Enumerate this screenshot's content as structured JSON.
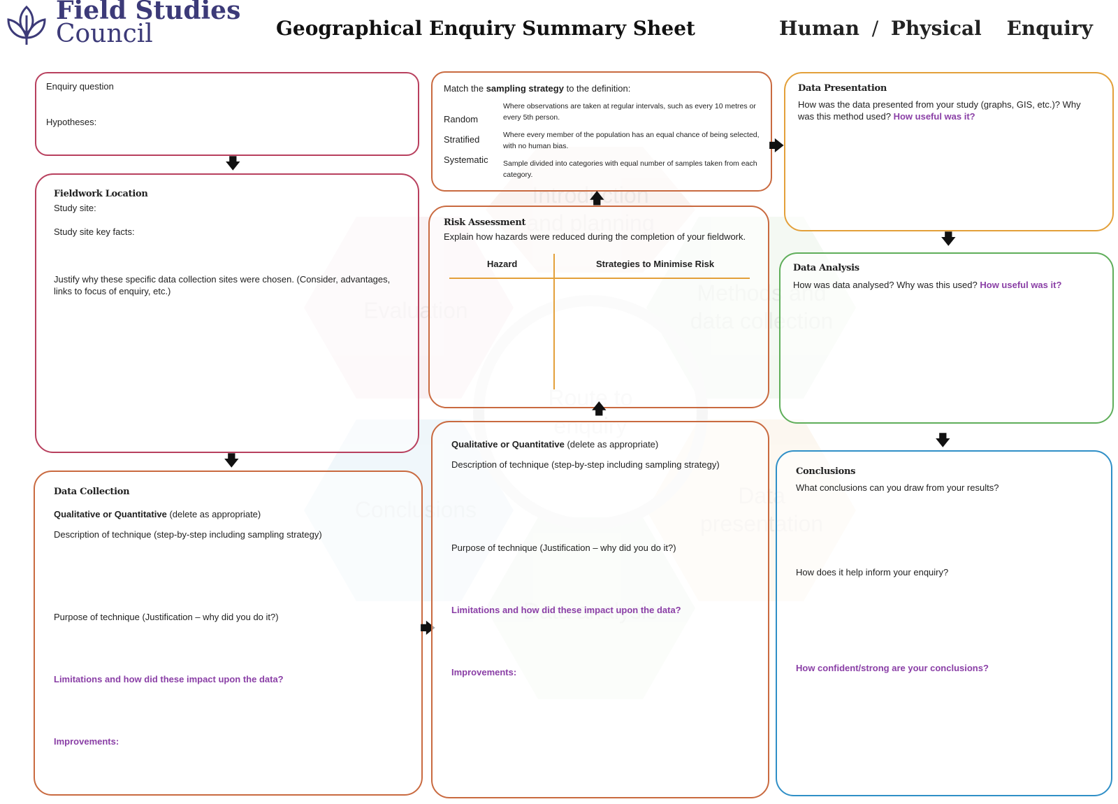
{
  "header": {
    "logo_line1": "Field Studies",
    "logo_line2": "Council",
    "title": "Geographical Enquiry Summary Sheet",
    "enquiry_type": {
      "human": "Human",
      "slash": "/",
      "physical": "Physical",
      "enquiry": "Enquiry"
    }
  },
  "enquiry_box": {
    "question_label": "Enquiry question",
    "hypotheses_label": "Hypotheses:"
  },
  "fieldwork_box": {
    "heading": "Fieldwork Location",
    "study_site": "Study site:",
    "key_facts": "Study site key facts:",
    "justify": "Justify why these specific data collection sites were chosen. (Consider, advantages, links to focus of enquiry, etc.)"
  },
  "data_collection_box": {
    "heading": "Data Collection",
    "qual_bold": "Qualitative or Quantitative",
    "qual_rest": " (delete as appropriate)",
    "description": "Description of technique (step-by-step including sampling strategy)",
    "purpose": "Purpose of technique (Justification – why did you do it?)",
    "limitations": "Limitations and how did these impact upon the data?",
    "improvements": "Improvements:"
  },
  "sampling_box": {
    "intro_pre": "Match the ",
    "intro_bold": "sampling strategy",
    "intro_post": " to the definition:",
    "terms": [
      "Random",
      "Stratified",
      "Systematic"
    ],
    "definitions": [
      "Where observations are taken at regular intervals, such as every 10 metres or every 5th person.",
      "Where every member of the population has an equal chance of being selected, with no human bias.",
      "Sample divided into categories with equal number of samples taken from each category."
    ]
  },
  "risk_box": {
    "heading": "Risk Assessment",
    "intro": "Explain how hazards were reduced during the completion of your fieldwork.",
    "col1": "Hazard",
    "col2": "Strategies to Minimise Risk"
  },
  "technique2_box": {
    "qual_bold": "Qualitative or Quantitative",
    "qual_rest": " (delete as appropriate)",
    "description": "Description of technique (step-by-step including sampling strategy)",
    "purpose": "Purpose of technique (Justification – why did you do it?)",
    "limitations": "Limitations and how did these impact upon the data?",
    "improvements": "Improvements:"
  },
  "presentation_box": {
    "heading": "Data Presentation",
    "text": "How was the data presented from your study (graphs, GIS, etc.)?  Why was this method used?",
    "useful": "How useful was it?"
  },
  "analysis_box": {
    "heading": "Data Analysis",
    "text": "How was data analysed? Why was this used?",
    "useful": "How useful was it?"
  },
  "conclusions_box": {
    "heading": "Conclusions",
    "q1": "What conclusions can you draw from your results?",
    "q2": "How does it help inform your enquiry?",
    "q3": "How confident/strong are your conclusions?"
  },
  "watermark": {
    "center": "Route to enquiry",
    "segments": [
      "Introduction and planning",
      "Methods and data collection",
      "Data presentation",
      "Data analysis",
      "Conclusions",
      "Evaluation"
    ]
  },
  "colors": {
    "crimson": "#b8405e",
    "orange": "#c96a40",
    "amber": "#e3a03a",
    "green": "#5fae5a",
    "blue": "#2f8fc7",
    "purple": "#8a3fa6",
    "navy": "#3c3a78"
  }
}
